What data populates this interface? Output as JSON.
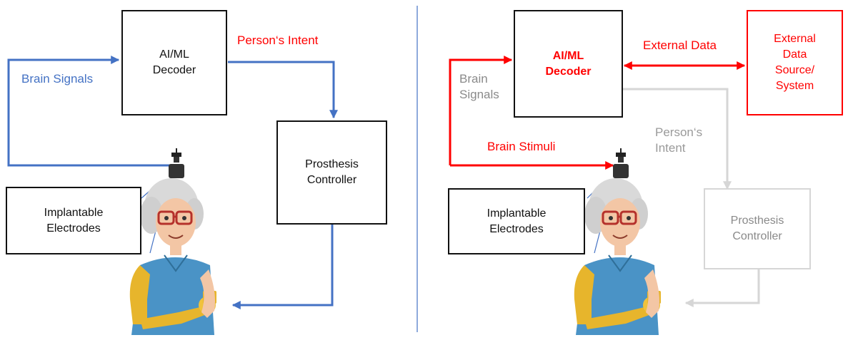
{
  "colors": {
    "blue": "#4472c4",
    "red": "#ff0000",
    "gray": "#d6d6d6",
    "gray_text": "#8a8a8a",
    "black": "#111111"
  },
  "left_panel": {
    "decoder": "AI/ML\nDecoder",
    "controller": "Prosthesis\nController",
    "electrodes": "Implantable\nElectrodes",
    "brain_signals": "Brain Signals",
    "persons_intent": "Person‘s Intent"
  },
  "right_panel": {
    "decoder": "AI/ML\nDecoder",
    "external_source": "External\nData\nSource/\nSystem",
    "controller": "Prosthesis\nController",
    "electrodes": "Implantable\nElectrodes",
    "brain_signals": "Brain\nSignals",
    "external_data": "External Data",
    "brain_stimuli": "Brain Stimuli",
    "persons_intent": "Person‘s\nIntent"
  }
}
